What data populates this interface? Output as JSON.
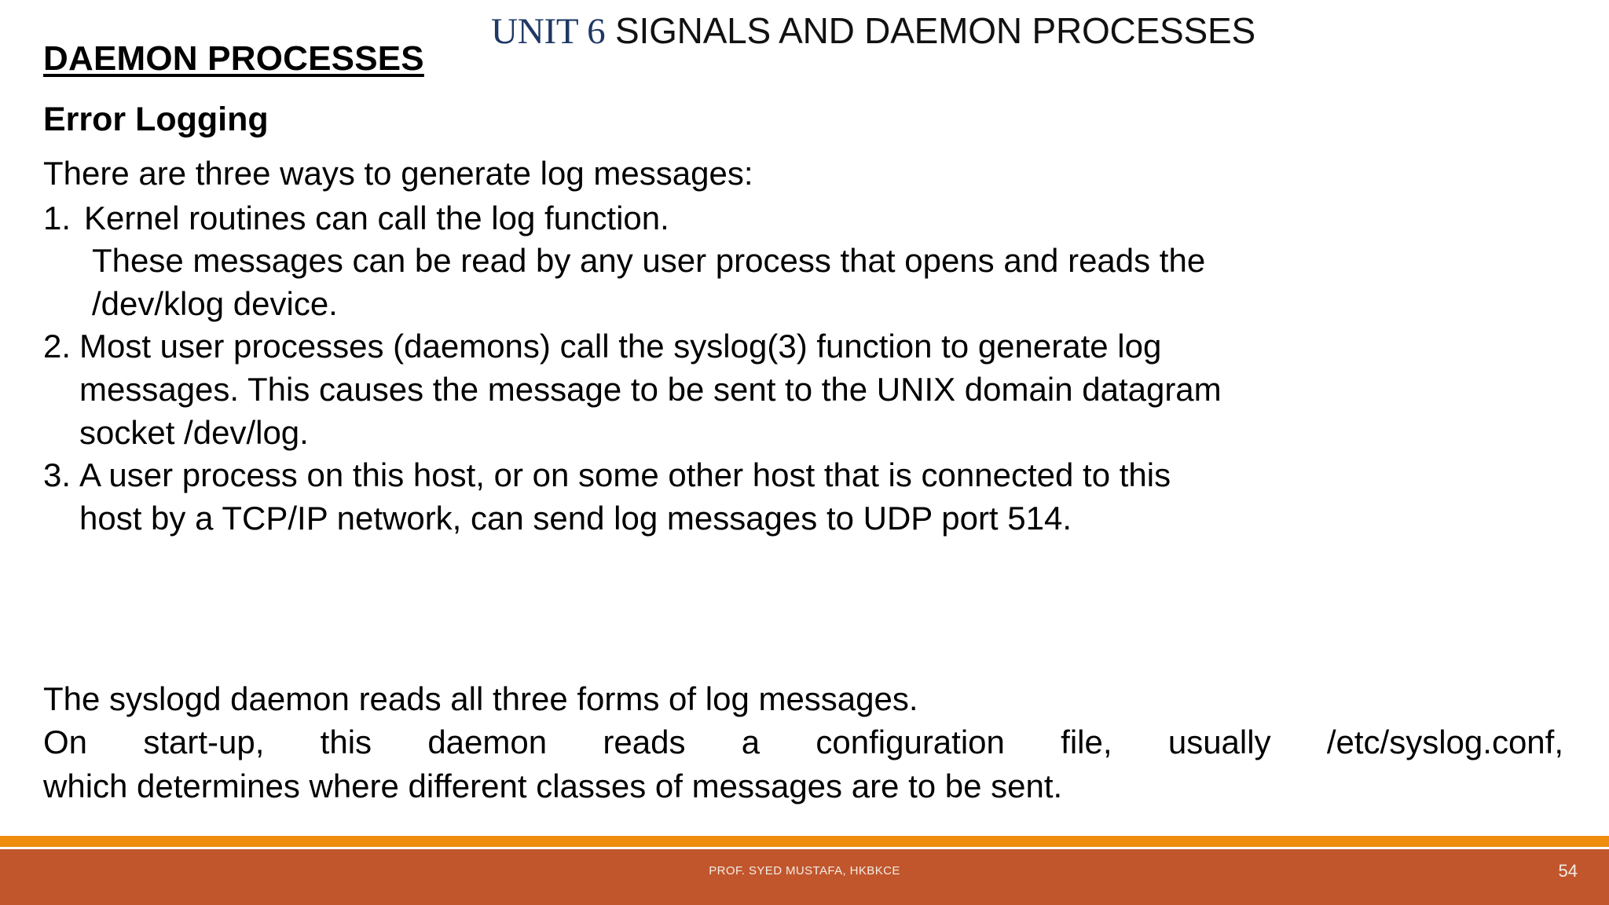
{
  "header": {
    "unit_tag": "UNIT 6",
    "rest": " SIGNALS AND DAEMON PROCESSES",
    "unit_color": "#1F3864"
  },
  "title": {
    "main": "DAEMON PROCESSES",
    "subtitle": "Error Logging"
  },
  "body": {
    "intro": "There are three ways to generate log messages:",
    "items": [
      {
        "number": "1.",
        "lines": [
          "Kernel routines can call the log function.",
          "These messages can be read by any user process that opens and reads the",
          "/dev/klog device."
        ]
      },
      {
        "number": "2.",
        "lines": [
          "Most user processes (daemons) call the syslog(3) function to generate log",
          "messages. This causes the message to be sent to the UNIX domain datagram",
          "socket /dev/log."
        ]
      },
      {
        "number": "3.",
        "lines": [
          "A user process on this host, or on some other host that is connected to this",
          "host by a TCP/IP network, can send log messages to UDP port 514."
        ]
      }
    ]
  },
  "tail": {
    "line1": "The syslogd daemon reads all three forms of log messages.",
    "line2": "On start-up, this daemon reads a configuration file, usually /etc/syslog.conf,",
    "line3": "which determines where different classes of messages are to be sent."
  },
  "footer": {
    "credit": "PROF. SYED MUSTAFA, HKBKCE",
    "page_number": "54",
    "accent_orange": "#EE8C0E",
    "band_color": "#C1562D",
    "text_color": "#F4EDE4"
  }
}
